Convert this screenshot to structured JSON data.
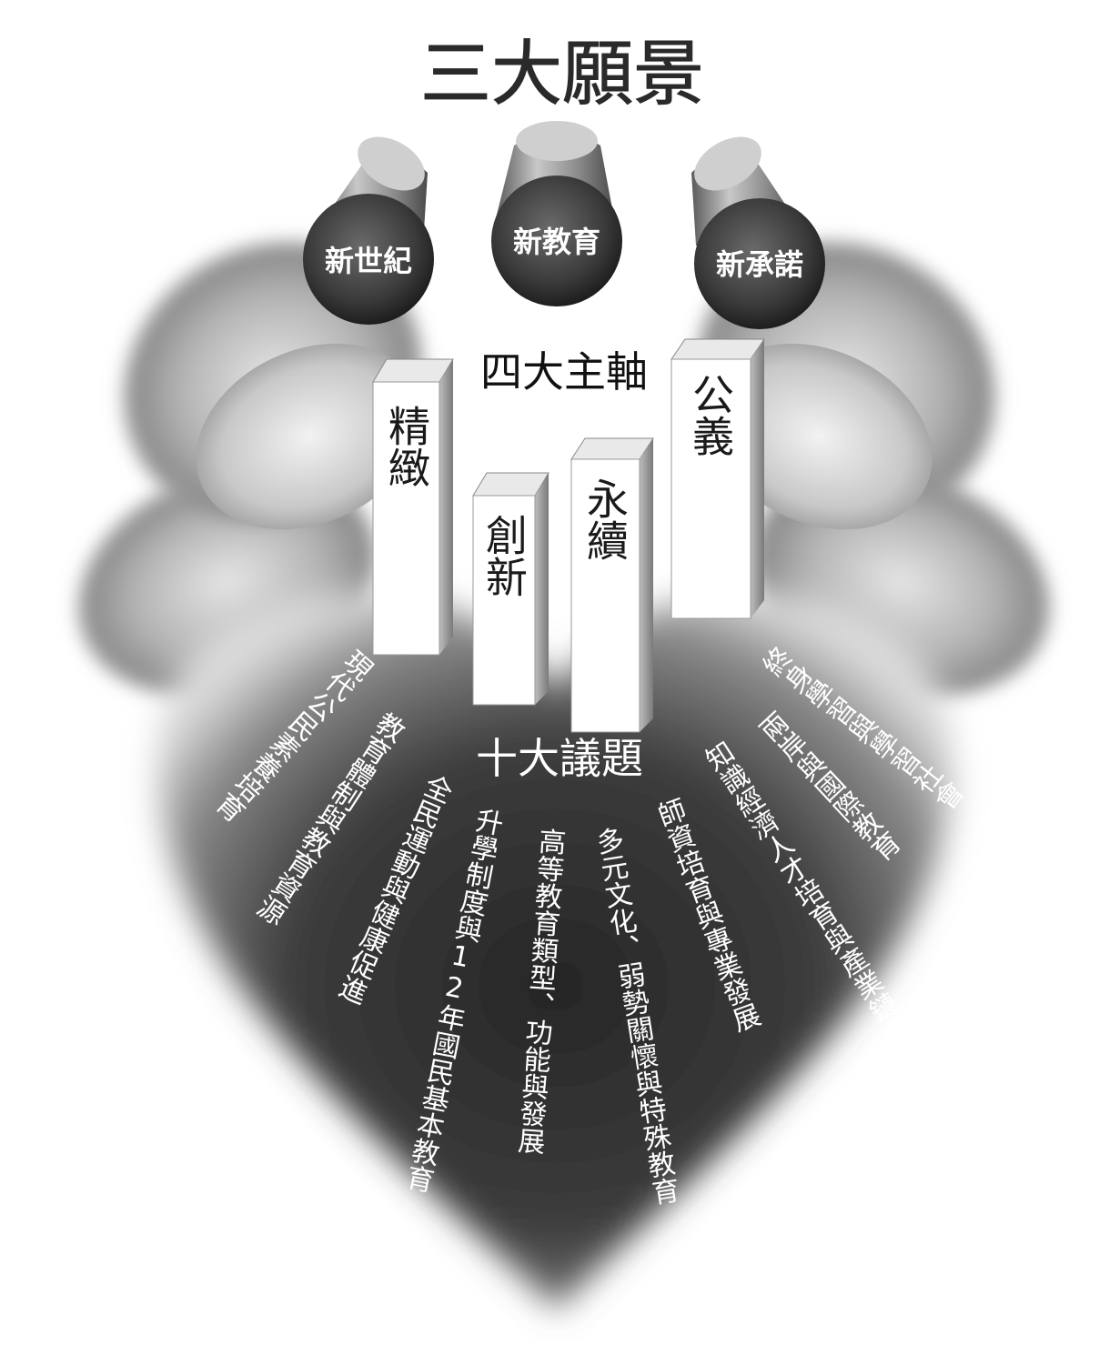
{
  "title": "三大願景",
  "visions": [
    {
      "label": "新世紀"
    },
    {
      "label": "新教育"
    },
    {
      "label": "新承諾"
    }
  ],
  "axes_title": "四大主軸",
  "axes": [
    {
      "label": "精緻"
    },
    {
      "label": "創新"
    },
    {
      "label": "永續"
    },
    {
      "label": "公義"
    }
  ],
  "issues_title": "十大議題",
  "issues": [
    {
      "label": "現代公民素養培育"
    },
    {
      "label": "教育體制與教育資源"
    },
    {
      "label": "全民運動與健康促進"
    },
    {
      "label": "升學制度與12年國民基本教育"
    },
    {
      "label": "高等教育類型、功能與發展"
    },
    {
      "label": "多元文化、弱勢關懷與特殊教育"
    },
    {
      "label": "師資培育與專業發展"
    },
    {
      "label": "知識經濟人才培育與產業鏈結"
    },
    {
      "label": "兩岸與國際教育"
    },
    {
      "label": "終身學習與學習社會"
    }
  ],
  "colors": {
    "background": "#ffffff",
    "text_dark": "#1a1a1a",
    "text_light": "#ffffff",
    "heart_dark": "#3c3c3c",
    "petal_gray": "#8c8c8c",
    "cylinder_dark": "#4a4a4a",
    "pillar_face": "#ffffff"
  }
}
